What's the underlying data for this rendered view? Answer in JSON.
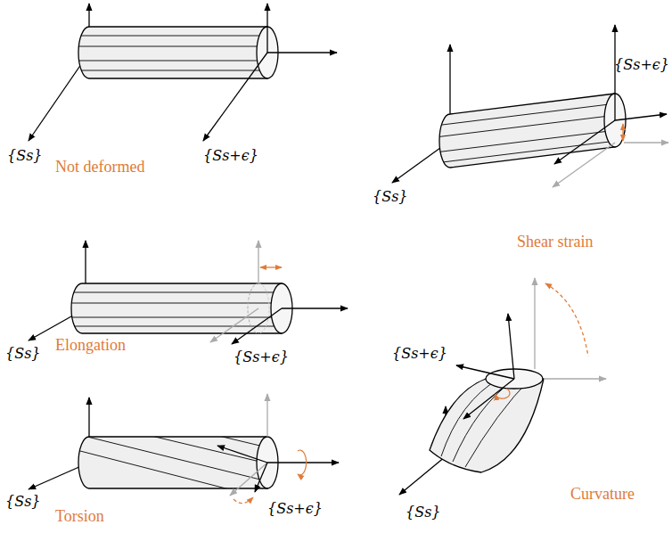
{
  "diagram": {
    "labels": [
      "{Ss}",
      "Not deformed",
      "{Ss+ϵ}",
      "{Ss+ϵ}",
      "{Ss}",
      "Shear strain",
      "{Ss}",
      "Elongation",
      "{Ss+ϵ}",
      "{Ss+ϵ}",
      "{Ss}",
      "Curvature",
      "{Ss}",
      "Torsion",
      "{Ss+ϵ}"
    ]
  }
}
